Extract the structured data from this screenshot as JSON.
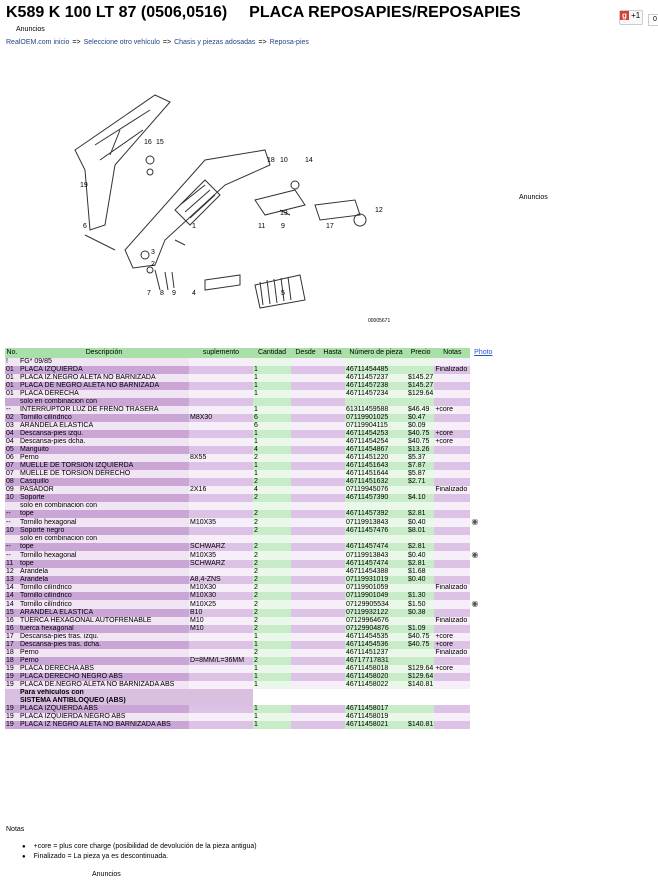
{
  "header": {
    "title_model": "K589 K 100 LT 87 (0506,0516)",
    "title_part": "PLACA REPOSAPIES/REPOSAPIES",
    "ads_label_top": "Anuncios",
    "gplus": {
      "label": "+1",
      "count": "0"
    }
  },
  "breadcrumb": {
    "items": [
      "RealOEM.com inicio",
      "Seleccione otro vehículo",
      "Chasis y piezas adosadas",
      "Reposa-pies"
    ],
    "separator": "=>"
  },
  "diagram": {
    "labels": [
      "16",
      "15",
      "19",
      "18",
      "10",
      "14",
      "6",
      "1",
      "13",
      "12",
      "11",
      "9",
      "17",
      "3",
      "2",
      "7",
      "8",
      "9",
      "4",
      "5"
    ],
    "image_id": "00005671"
  },
  "ads_label_side": "Anuncios",
  "table": {
    "columns": [
      "No.",
      "Descripción",
      "suplemento",
      "Cantidad",
      "Desde",
      "Hasta",
      "Número de pieza",
      "Precio",
      "Notas",
      "Photo"
    ],
    "rows": [
      {
        "no": "!",
        "desc": "FG* 09/85",
        "sup": "",
        "qty": "",
        "from": "",
        "to": "",
        "pn": "",
        "price": "",
        "notes": "",
        "photo": false,
        "hdr": false
      },
      {
        "no": "01",
        "desc": "PLACA IZQUIERDA",
        "sup": "",
        "qty": "1",
        "from": "",
        "to": "",
        "pn": "46711454485",
        "price": "",
        "notes": "Finalizado",
        "photo": false,
        "hdr": false
      },
      {
        "no": "01",
        "desc": "PLACA IZ.NEGRO ALETA NO BARNIZADA",
        "sup": "",
        "qty": "1",
        "from": "",
        "to": "",
        "pn": "46711457237",
        "price": "$145.27",
        "notes": "",
        "photo": false,
        "hdr": false
      },
      {
        "no": "01",
        "desc": "PLACA DE NEGRO ALETA NO BARNIZADA",
        "sup": "",
        "qty": "1",
        "from": "",
        "to": "",
        "pn": "46711457238",
        "price": "$145.27",
        "notes": "",
        "photo": false,
        "hdr": false
      },
      {
        "no": "01",
        "desc": "PLACA DERECHA",
        "sup": "",
        "qty": "1",
        "from": "",
        "to": "",
        "pn": "46711457234",
        "price": "$129.64",
        "notes": "",
        "photo": false,
        "hdr": false
      },
      {
        "no": "",
        "desc": "solo en combinacion con",
        "sup": "",
        "qty": "",
        "from": "",
        "to": "",
        "pn": "",
        "price": "",
        "notes": "",
        "photo": false,
        "hdr": false
      },
      {
        "no": "--",
        "desc": "INTERRUPTOR LUZ DE FRENO TRASERA",
        "sup": "",
        "qty": "1",
        "from": "",
        "to": "",
        "pn": "61311459588",
        "price": "$46.49",
        "notes": "+core",
        "photo": false,
        "hdr": false
      },
      {
        "no": "02",
        "desc": "Tornillo cilíndrico",
        "sup": "M8X30",
        "qty": "6",
        "from": "",
        "to": "",
        "pn": "07119901025",
        "price": "$0.47",
        "notes": "",
        "photo": false,
        "hdr": false
      },
      {
        "no": "03",
        "desc": "ARANDELA ELASTICA",
        "sup": "",
        "qty": "6",
        "from": "",
        "to": "",
        "pn": "07119904115",
        "price": "$0.09",
        "notes": "",
        "photo": false,
        "hdr": false
      },
      {
        "no": "04",
        "desc": "Descansa-pies izqu.",
        "sup": "",
        "qty": "1",
        "from": "",
        "to": "",
        "pn": "46711454253",
        "price": "$40.75",
        "notes": "+core",
        "photo": false,
        "hdr": false
      },
      {
        "no": "04",
        "desc": "Descansa-pies dcha.",
        "sup": "",
        "qty": "1",
        "from": "",
        "to": "",
        "pn": "46711454254",
        "price": "$40.75",
        "notes": "+core",
        "photo": false,
        "hdr": false
      },
      {
        "no": "05",
        "desc": "Manguito",
        "sup": "",
        "qty": "4",
        "from": "",
        "to": "",
        "pn": "46711454867",
        "price": "$13.26",
        "notes": "",
        "photo": false,
        "hdr": false
      },
      {
        "no": "06",
        "desc": "Perno",
        "sup": "8X55",
        "qty": "2",
        "from": "",
        "to": "",
        "pn": "46711451220",
        "price": "$5.37",
        "notes": "",
        "photo": false,
        "hdr": false
      },
      {
        "no": "07",
        "desc": "MUELLE DE TORSION IZQUIERDA",
        "sup": "",
        "qty": "1",
        "from": "",
        "to": "",
        "pn": "46711451643",
        "price": "$7.87",
        "notes": "",
        "photo": false,
        "hdr": false
      },
      {
        "no": "07",
        "desc": "MUELLE DE TORSION DERECHO",
        "sup": "",
        "qty": "1",
        "from": "",
        "to": "",
        "pn": "46711451644",
        "price": "$5.87",
        "notes": "",
        "photo": false,
        "hdr": false
      },
      {
        "no": "08",
        "desc": "Casquillo",
        "sup": "",
        "qty": "2",
        "from": "",
        "to": "",
        "pn": "46711451632",
        "price": "$2.71",
        "notes": "",
        "photo": false,
        "hdr": false
      },
      {
        "no": "09",
        "desc": "PASADOR",
        "sup": "2X16",
        "qty": "4",
        "from": "",
        "to": "",
        "pn": "07119945076",
        "price": "",
        "notes": "Finalizado",
        "photo": false,
        "hdr": false
      },
      {
        "no": "10",
        "desc": "Soporte",
        "sup": "",
        "qty": "2",
        "from": "",
        "to": "",
        "pn": "46711457390",
        "price": "$4.10",
        "notes": "",
        "photo": false,
        "hdr": false
      },
      {
        "no": "",
        "desc": "solo en combinacion con",
        "sup": "",
        "qty": "",
        "from": "",
        "to": "",
        "pn": "",
        "price": "",
        "notes": "",
        "photo": false,
        "hdr": false
      },
      {
        "no": "--",
        "desc": "tope",
        "sup": "",
        "qty": "2",
        "from": "",
        "to": "",
        "pn": "46711457392",
        "price": "$2.81",
        "notes": "",
        "photo": false,
        "hdr": false
      },
      {
        "no": "--",
        "desc": "Tornillo hexagonal",
        "sup": "M10X35",
        "qty": "2",
        "from": "",
        "to": "",
        "pn": "07119913843",
        "price": "$0.40",
        "notes": "",
        "photo": true,
        "hdr": false
      },
      {
        "no": "10",
        "desc": "Soporte negro",
        "sup": "",
        "qty": "2",
        "from": "",
        "to": "",
        "pn": "46711457476",
        "price": "$8.01",
        "notes": "",
        "photo": false,
        "hdr": false
      },
      {
        "no": "",
        "desc": "solo en combinacion con",
        "sup": "",
        "qty": "",
        "from": "",
        "to": "",
        "pn": "",
        "price": "",
        "notes": "",
        "photo": false,
        "hdr": false
      },
      {
        "no": "--",
        "desc": "tope",
        "sup": "SCHWARZ",
        "qty": "2",
        "from": "",
        "to": "",
        "pn": "46711457474",
        "price": "$2.81",
        "notes": "",
        "photo": false,
        "hdr": false
      },
      {
        "no": "--",
        "desc": "Tornillo hexagonal",
        "sup": "M10X35",
        "qty": "2",
        "from": "",
        "to": "",
        "pn": "07119913843",
        "price": "$0.40",
        "notes": "",
        "photo": true,
        "hdr": false
      },
      {
        "no": "11",
        "desc": "tope",
        "sup": "SCHWARZ",
        "qty": "2",
        "from": "",
        "to": "",
        "pn": "46711457474",
        "price": "$2.81",
        "notes": "",
        "photo": false,
        "hdr": false
      },
      {
        "no": "12",
        "desc": "Arandela",
        "sup": "",
        "qty": "2",
        "from": "",
        "to": "",
        "pn": "46711454388",
        "price": "$1.68",
        "notes": "",
        "photo": false,
        "hdr": false
      },
      {
        "no": "13",
        "desc": "Arandela",
        "sup": "A8,4-ZNS",
        "qty": "2",
        "from": "",
        "to": "",
        "pn": "07119931019",
        "price": "$0.40",
        "notes": "",
        "photo": false,
        "hdr": false
      },
      {
        "no": "14",
        "desc": "Tornillo cilíndrico",
        "sup": "M10X30",
        "qty": "2",
        "from": "",
        "to": "",
        "pn": "07119901059",
        "price": "",
        "notes": "Finalizado",
        "photo": false,
        "hdr": false
      },
      {
        "no": "14",
        "desc": "Tornillo cilíndrico",
        "sup": "M10X30",
        "qty": "2",
        "from": "",
        "to": "",
        "pn": "07119901049",
        "price": "$1.30",
        "notes": "",
        "photo": false,
        "hdr": false
      },
      {
        "no": "14",
        "desc": "Tornillo cilíndrico",
        "sup": "M10X25",
        "qty": "2",
        "from": "",
        "to": "",
        "pn": "07129905534",
        "price": "$1.50",
        "notes": "",
        "photo": true,
        "hdr": false
      },
      {
        "no": "15",
        "desc": "ARANDELA ELASTICA",
        "sup": "B10",
        "qty": "2",
        "from": "",
        "to": "",
        "pn": "07119932122",
        "price": "$0.38",
        "notes": "",
        "photo": false,
        "hdr": false
      },
      {
        "no": "16",
        "desc": "TUERCA HEXAGONAL AUTOFRENABLE",
        "sup": "M10",
        "qty": "2",
        "from": "",
        "to": "",
        "pn": "07129964676",
        "price": "",
        "notes": "Finalizado",
        "photo": false,
        "hdr": false
      },
      {
        "no": "16",
        "desc": "tuerca hexagonal",
        "sup": "M10",
        "qty": "2",
        "from": "",
        "to": "",
        "pn": "07129904876",
        "price": "$1.09",
        "notes": "",
        "photo": false,
        "hdr": false
      },
      {
        "no": "17",
        "desc": "Descansa-pies tras. izqu.",
        "sup": "",
        "qty": "1",
        "from": "",
        "to": "",
        "pn": "46711454535",
        "price": "$40.75",
        "notes": "+core",
        "photo": false,
        "hdr": false
      },
      {
        "no": "17",
        "desc": "Descansa-pies tras. dcha.",
        "sup": "",
        "qty": "1",
        "from": "",
        "to": "",
        "pn": "46711454536",
        "price": "$40.75",
        "notes": "+core",
        "photo": false,
        "hdr": false
      },
      {
        "no": "18",
        "desc": "Perno",
        "sup": "",
        "qty": "2",
        "from": "",
        "to": "",
        "pn": "46711451237",
        "price": "",
        "notes": "Finalizado",
        "photo": false,
        "hdr": false
      },
      {
        "no": "18",
        "desc": "Perno",
        "sup": "D=8MM/L=36MM",
        "qty": "2",
        "from": "",
        "to": "",
        "pn": "46717717831",
        "price": "",
        "notes": "",
        "photo": false,
        "hdr": false
      },
      {
        "no": "19",
        "desc": "PLACA DERECHA ABS",
        "sup": "",
        "qty": "1",
        "from": "",
        "to": "",
        "pn": "46711458018",
        "price": "$129.64",
        "notes": "+core",
        "photo": false,
        "hdr": false
      },
      {
        "no": "19",
        "desc": "PLACA DERECHO NEGRO ABS",
        "sup": "",
        "qty": "1",
        "from": "",
        "to": "",
        "pn": "46711458020",
        "price": "$129.64",
        "notes": "",
        "photo": false,
        "hdr": false
      },
      {
        "no": "19",
        "desc": "PLACA DE.NEGRO ALETA NO BARNIZADA ABS",
        "sup": "",
        "qty": "1",
        "from": "",
        "to": "",
        "pn": "46711458022",
        "price": "$140.81",
        "notes": "",
        "photo": false,
        "hdr": false
      },
      {
        "no": "",
        "desc": "Para vehículos con",
        "sup": "",
        "qty": "",
        "from": "",
        "to": "",
        "pn": "",
        "price": "",
        "notes": "",
        "photo": false,
        "hdr": true
      },
      {
        "no": "",
        "desc": "SISTEMA ANTIBLOQUEO (ABS)",
        "sup": "",
        "qty": "",
        "from": "",
        "to": "",
        "pn": "",
        "price": "",
        "notes": "",
        "photo": false,
        "hdr": true
      },
      {
        "no": "19",
        "desc": "PLACA IZQUIERDA ABS",
        "sup": "",
        "qty": "1",
        "from": "",
        "to": "",
        "pn": "46711458017",
        "price": "",
        "notes": "",
        "photo": false,
        "hdr": false
      },
      {
        "no": "19",
        "desc": "PLACA IZQUIERDA NEGRO ABS",
        "sup": "",
        "qty": "1",
        "from": "",
        "to": "",
        "pn": "46711458019",
        "price": "",
        "notes": "",
        "photo": false,
        "hdr": false
      },
      {
        "no": "19",
        "desc": "PLACA IZ NEGRO ALETA NO BARNIZADA ABS",
        "sup": "",
        "qty": "1",
        "from": "",
        "to": "",
        "pn": "46711458021",
        "price": "$140.81",
        "notes": "",
        "photo": false,
        "hdr": false
      }
    ]
  },
  "notes": {
    "title": "Notas",
    "items": [
      "+core = plus core charge (posibilidad de devolución de la pieza antigua)",
      "Finalizado = La pieza ya es descontinuada."
    ]
  },
  "ads_label_bottom": "Anuncios"
}
